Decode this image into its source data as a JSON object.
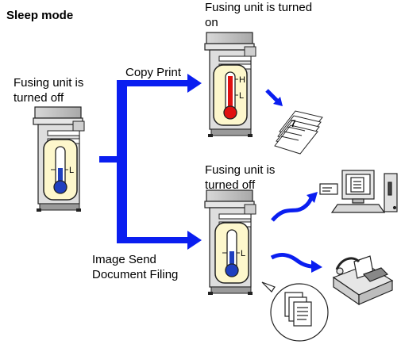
{
  "title": "Sleep mode",
  "left_label": [
    "Fusing unit is",
    "turned off"
  ],
  "top_label": [
    "Fusing unit is turned",
    "on"
  ],
  "copy_print_label": "Copy Print",
  "bottom_label": [
    "Fusing unit is",
    "turned off"
  ],
  "send_label": [
    "Image Send",
    "Document Filing"
  ],
  "thermometer_marks": {
    "high": "H",
    "low": "L"
  },
  "colors": {
    "arrow": "#0a1ef0",
    "hot": "#e01010",
    "cold": "#1f3fbf",
    "panel": "#fdf7cc"
  }
}
